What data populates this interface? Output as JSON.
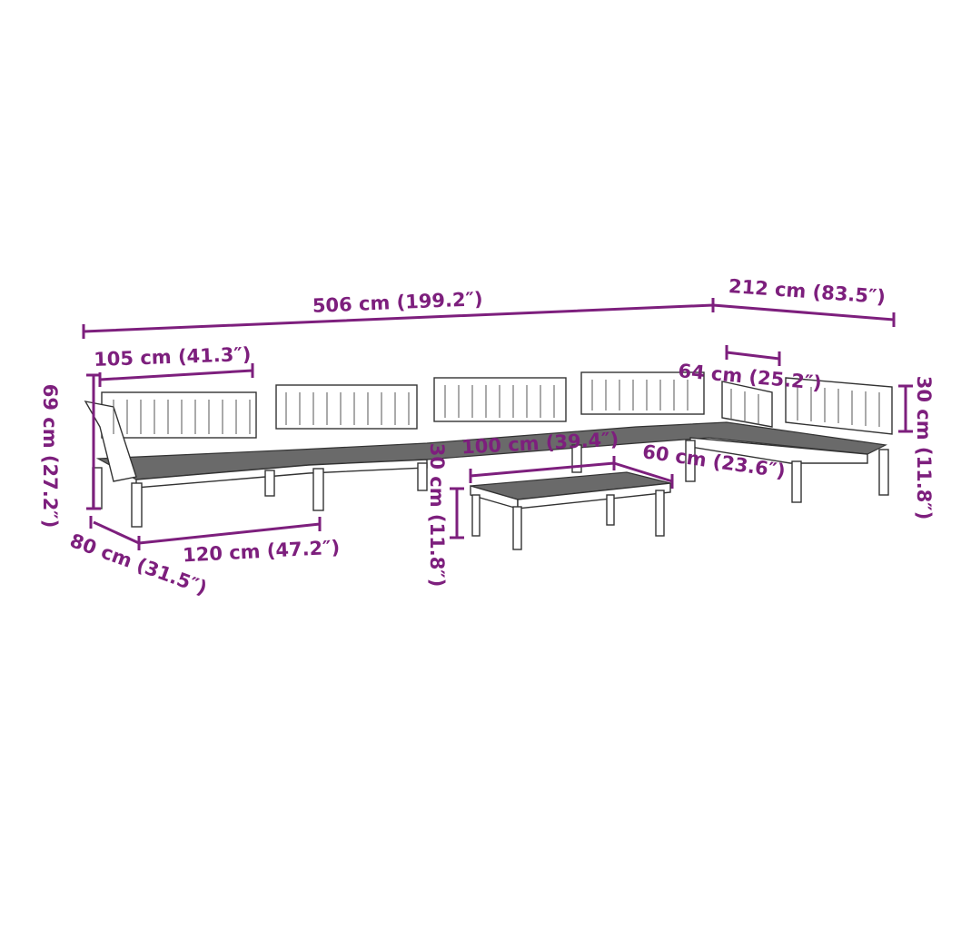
{
  "colors": {
    "dimension": "#7d1f7d",
    "line_art": "#333333"
  },
  "dimensions": {
    "total_length": "506 cm (199.2″)",
    "corner_depth": "212 cm (83.5″)",
    "backrest_width": "105 cm (41.3″)",
    "height": "69 cm (27.2″)",
    "module_depth": "80 cm (31.5″)",
    "module_width": "120 cm (47.2″)",
    "corner_backrest_width": "64 cm (25.2″)",
    "seat_height": "30 cm (11.8″)",
    "table_length": "100 cm (39.4″)",
    "table_width": "60 cm (23.6″)",
    "table_height": "30 cm (11.8″)"
  }
}
